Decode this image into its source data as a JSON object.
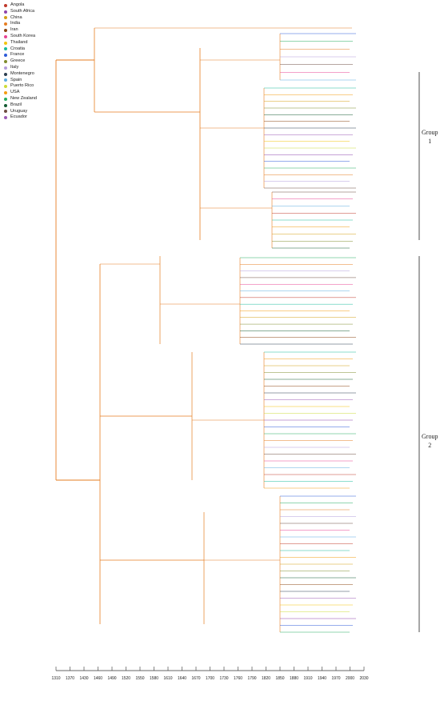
{
  "legend": [
    {
      "label": "Angola",
      "color": "#c0392b"
    },
    {
      "label": "South Africa",
      "color": "#8e44ad"
    },
    {
      "label": "China",
      "color": "#d4a017"
    },
    {
      "label": "India",
      "color": "#e67e22"
    },
    {
      "label": "Iran",
      "color": "#8b4513"
    },
    {
      "label": "South Korea",
      "color": "#e84393"
    },
    {
      "label": "Thailand",
      "color": "#f1c40f"
    },
    {
      "label": "Croatia",
      "color": "#1abc9c"
    },
    {
      "label": "France",
      "color": "#2d5bd8"
    },
    {
      "label": "Greece",
      "color": "#7f8c2d"
    },
    {
      "label": "Italy",
      "color": "#b39ddb"
    },
    {
      "label": "Montenegro",
      "color": "#2c3e50"
    },
    {
      "label": "Spain",
      "color": "#5dade2"
    },
    {
      "label": "Puerto Rico",
      "color": "#cddc39"
    },
    {
      "label": "USA",
      "color": "#f39c12"
    },
    {
      "label": "New Zealand",
      "color": "#27ae60"
    },
    {
      "label": "Brazil",
      "color": "#145a32"
    },
    {
      "label": "Uruguay",
      "color": "#6d4c41"
    },
    {
      "label": "Ecuador",
      "color": "#9b59b6"
    }
  ],
  "groups": [
    {
      "name": "Group 1",
      "line1": "Group",
      "line2": "1"
    },
    {
      "name": "Group 2",
      "line1": "Group",
      "line2": "2"
    }
  ],
  "axis_ticks": [
    "1310",
    "1370",
    "1430",
    "1460",
    "1490",
    "1520",
    "1550",
    "1580",
    "1610",
    "1640",
    "1670",
    "1700",
    "1730",
    "1760",
    "1790",
    "1820",
    "1850",
    "1880",
    "1910",
    "1940",
    "1970",
    "2000",
    "2030"
  ]
}
